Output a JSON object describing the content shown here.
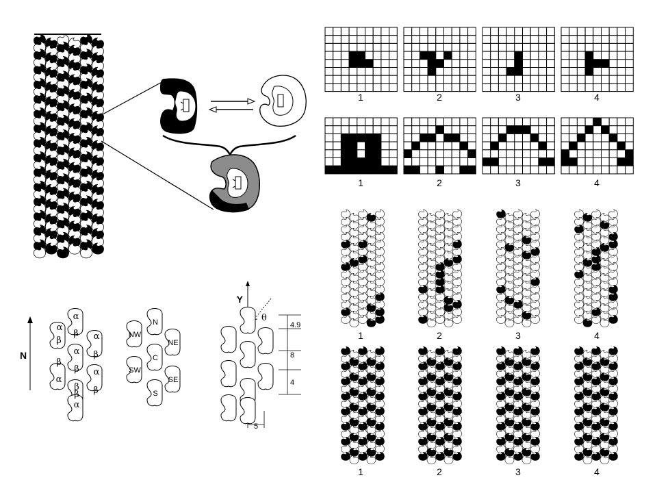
{
  "colors": {
    "black": "#000000",
    "white": "#ffffff",
    "gray": "#8c8c8c"
  },
  "grid_rows_top": {
    "labels": [
      "1",
      "2",
      "3",
      "4"
    ],
    "patterns": [
      [
        "3,3",
        "4,3",
        "3,4",
        "4,4",
        "5,4"
      ],
      [
        "2,3",
        "3,3",
        "5,3",
        "3,4",
        "4,4",
        "3,5"
      ],
      [
        "4,3",
        "4,4",
        "3,5",
        "4,5"
      ],
      [
        "3,3",
        "3,4",
        "4,4",
        "5,4",
        "3,5"
      ]
    ]
  },
  "grid_rows_bottom": {
    "labels": [
      "1",
      "2",
      "3",
      "4"
    ],
    "patterns": [
      [
        "2,2",
        "3,2",
        "4,2",
        "5,2",
        "6,2",
        "2,3",
        "3,3",
        "5,3",
        "6,3",
        "2,4",
        "3,4",
        "5,4",
        "6,4",
        "2,5",
        "3,5",
        "4,5",
        "5,5",
        "6,5",
        "0,6",
        "1,6",
        "2,6",
        "3,6",
        "4,6",
        "5,6",
        "6,6",
        "7,6",
        "8,6"
      ],
      [
        "4,1",
        "2,2",
        "3,2",
        "5,2",
        "6,2",
        "1,3",
        "7,3",
        "0,4",
        "8,4",
        "0,6",
        "1,6",
        "4,6",
        "7,6",
        "8,6"
      ],
      [
        "3,1",
        "4,1",
        "5,1",
        "2,2",
        "6,2",
        "1,3",
        "7,3",
        "0,5",
        "1,5",
        "7,5",
        "8,5"
      ],
      [
        "4,0",
        "3,1",
        "5,1",
        "2,2",
        "6,2",
        "1,3",
        "7,3",
        "0,4",
        "8,4",
        "0,5",
        "1,5",
        "7,5",
        "8,5"
      ]
    ]
  },
  "cylinder_row_a": {
    "labels": [
      "1",
      "2",
      "3",
      "4"
    ]
  },
  "cylinder_row_b": {
    "labels": [
      "1",
      "2",
      "3",
      "4"
    ]
  },
  "lattice_axis": {
    "label": "N"
  },
  "lattice_alpha_beta": {
    "labels": [
      "α",
      "α",
      "β",
      "β",
      "α",
      "α",
      "β",
      "β",
      "β",
      "α",
      "α",
      "β",
      "β",
      "α",
      "β"
    ]
  },
  "lattice_compass": {
    "labels": [
      "N",
      "NW",
      "NE",
      "C",
      "SW",
      "SE",
      "S"
    ]
  },
  "lattice_geometry": {
    "axis_label": "Y",
    "angle_label": "θ",
    "dim_labels": [
      "4.9",
      "8",
      "4",
      "5"
    ]
  }
}
